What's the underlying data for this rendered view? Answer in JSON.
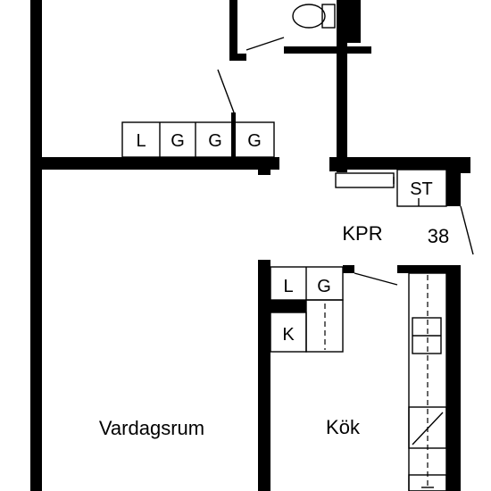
{
  "rooms": {
    "living": "Vardagsrum",
    "kitchen": "Kök",
    "hall": "KPR"
  },
  "unit_number": "38",
  "cabinets": {
    "top_row": [
      "L",
      "G",
      "G",
      "G"
    ],
    "hall_closet": "ST",
    "kitchen_row": [
      "L",
      "G"
    ],
    "kitchen_k": "K"
  }
}
